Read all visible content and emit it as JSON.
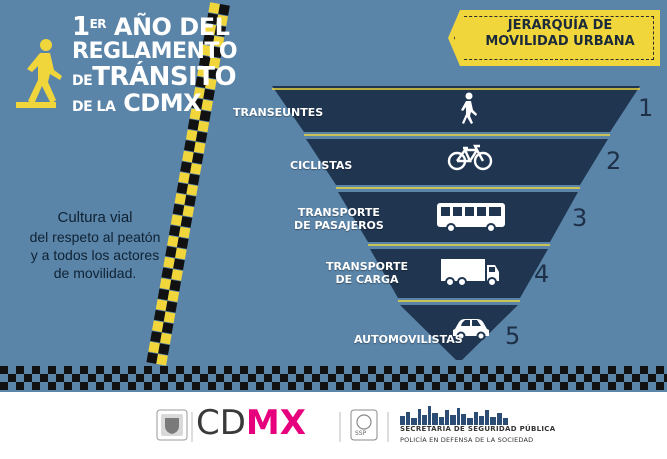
{
  "title": {
    "line1_num": "1",
    "line1_sup": "ER",
    "line1_rest": "AÑO DEL",
    "line2": "REGLAMENTO",
    "line3_pre": "DE",
    "line3_main": "TRÁNSITO",
    "line4_pre": "DE LA",
    "line4_main": "CDMX"
  },
  "culture": {
    "lead": "Cultura vial",
    "body_l1": "del respeto al peatón",
    "body_l2": "y a todos los actores",
    "body_l3": "de movilidad."
  },
  "banner": {
    "line1": "JERARQUÍA DE",
    "line2": "MOVILIDAD URBANA"
  },
  "levels": [
    {
      "label_l1": "TRANSEUNTES",
      "label_l2": "",
      "number": "1",
      "icon": "pedestrian-icon"
    },
    {
      "label_l1": "CICLISTAS",
      "label_l2": "",
      "number": "2",
      "icon": "bicycle-icon"
    },
    {
      "label_l1": "TRANSPORTE",
      "label_l2": "DE PASAJEROS",
      "number": "3",
      "icon": "bus-icon"
    },
    {
      "label_l1": "TRANSPORTE",
      "label_l2": "DE CARGA",
      "number": "4",
      "icon": "truck-icon"
    },
    {
      "label_l1": "AUTOMOVILISTAS",
      "label_l2": "",
      "number": "5",
      "icon": "car-icon"
    }
  ],
  "footer": {
    "cdmx_prefix": "CD",
    "cdmx_suffix": "MX",
    "ssp_badge": "SSP",
    "ssp_line1": "SECRETARÍA DE SEGURIDAD PÚBLICA",
    "ssp_line2": "POLICÍA EN DEFENSA DE LA SOCIEDAD"
  },
  "colors": {
    "background": "#5a84a8",
    "pyramid_band": "#1f3550",
    "accent_yellow": "#f0d63b",
    "cdmx_pink": "#e6007e"
  }
}
